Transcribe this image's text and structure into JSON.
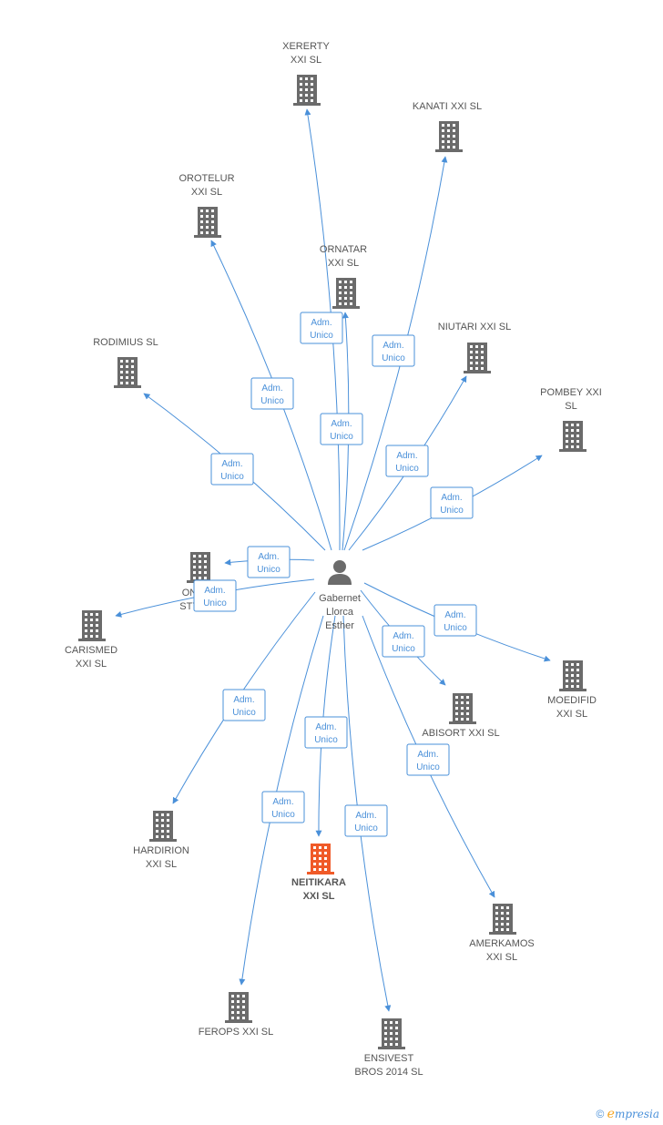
{
  "center": {
    "lines": [
      "Gabernet",
      "Llorca",
      "Esther"
    ]
  },
  "relation_label": [
    "Adm.",
    "Unico"
  ],
  "companies": [
    {
      "id": "xererty",
      "lines": [
        "XERERTY",
        "XXI SL"
      ]
    },
    {
      "id": "kanati",
      "lines": [
        "KANATI XXI SL"
      ]
    },
    {
      "id": "orotelur",
      "lines": [
        "OROTELUR",
        "XXI SL"
      ]
    },
    {
      "id": "ornatar",
      "lines": [
        "ORNATAR",
        "XXI SL"
      ]
    },
    {
      "id": "niutari",
      "lines": [
        "NIUTARI XXI SL"
      ]
    },
    {
      "id": "rodimius",
      "lines": [
        "RODIMIUS SL"
      ]
    },
    {
      "id": "pombey",
      "lines": [
        "POMBEY XXI",
        "SL"
      ]
    },
    {
      "id": "onsty",
      "lines": [
        "ON",
        "STY"
      ]
    },
    {
      "id": "carismed",
      "lines": [
        "CARISMED",
        "XXI SL"
      ]
    },
    {
      "id": "moedifid",
      "lines": [
        "MOEDIFID",
        "XXI SL"
      ]
    },
    {
      "id": "abisort",
      "lines": [
        "ABISORT XXI SL"
      ]
    },
    {
      "id": "hardirion",
      "lines": [
        "HARDIRION",
        "XXI SL"
      ]
    },
    {
      "id": "neitikara",
      "lines": [
        "NEITIKARA",
        "XXI SL"
      ],
      "highlight": true
    },
    {
      "id": "amerkamos",
      "lines": [
        "AMERKAMOS",
        "XXI SL"
      ]
    },
    {
      "id": "ferops",
      "lines": [
        "FEROPS XXI SL"
      ]
    },
    {
      "id": "ensivest",
      "lines": [
        "ENSIVEST",
        "BROS 2014 SL"
      ]
    }
  ],
  "colors": {
    "edge": "#4a90d9",
    "building": "#6b6b6b",
    "building_highlight": "#f05a28",
    "person": "#6b6b6b"
  },
  "copyright": {
    "symbol": "©",
    "brand_initial": "e",
    "brand_rest": "mpresia"
  }
}
